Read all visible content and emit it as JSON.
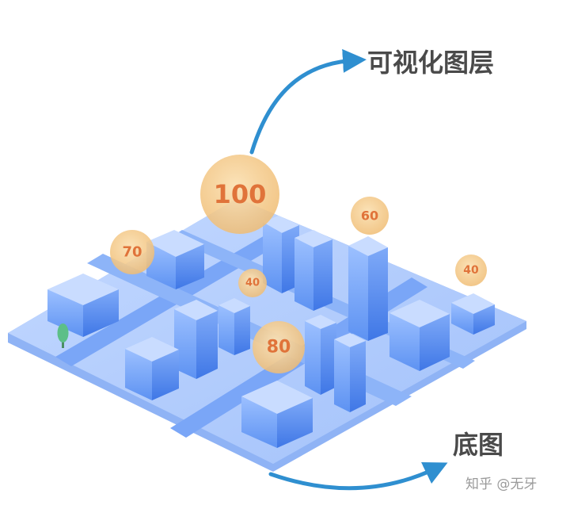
{
  "labels": {
    "top_layer": "可视化图层",
    "bottom_layer": "底图"
  },
  "bubbles": [
    {
      "value": "100"
    },
    {
      "value": "70"
    },
    {
      "value": "60"
    },
    {
      "value": "40"
    },
    {
      "value": "40"
    },
    {
      "value": "80"
    }
  ],
  "watermark": "知乎 @无牙",
  "colors": {
    "arrow": "#2f8fd0",
    "platform": "#a9c8fb",
    "road": "#7aa6f7",
    "building_top": "#c9dcff",
    "building_front": "#6f9ff6",
    "building_side": "#4f86ee",
    "bubble_fill": "#f3c583",
    "bubble_text": "#e0733a",
    "label": "#4a4a4a",
    "tree": "#5cbf88"
  }
}
